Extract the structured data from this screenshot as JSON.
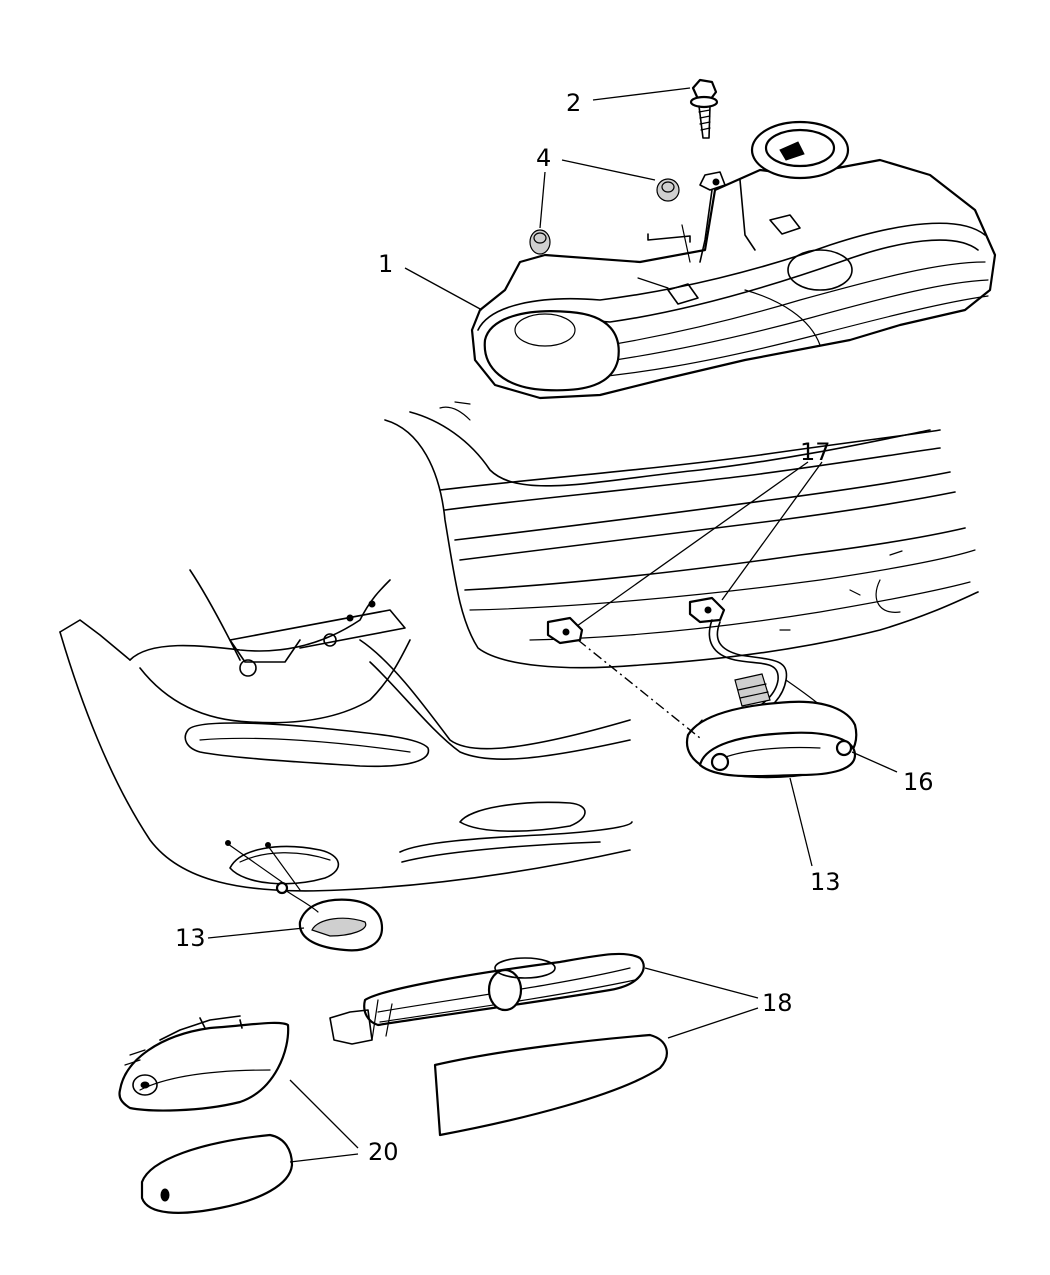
{
  "callouts": [
    {
      "id": "2",
      "label": "2"
    },
    {
      "id": "4",
      "label": "4"
    },
    {
      "id": "1",
      "label": "1"
    },
    {
      "id": "17",
      "label": "17"
    },
    {
      "id": "16",
      "label": "16"
    },
    {
      "id": "13a",
      "label": "13"
    },
    {
      "id": "13b",
      "label": "13"
    },
    {
      "id": "18",
      "label": "18"
    },
    {
      "id": "20",
      "label": "20"
    }
  ]
}
